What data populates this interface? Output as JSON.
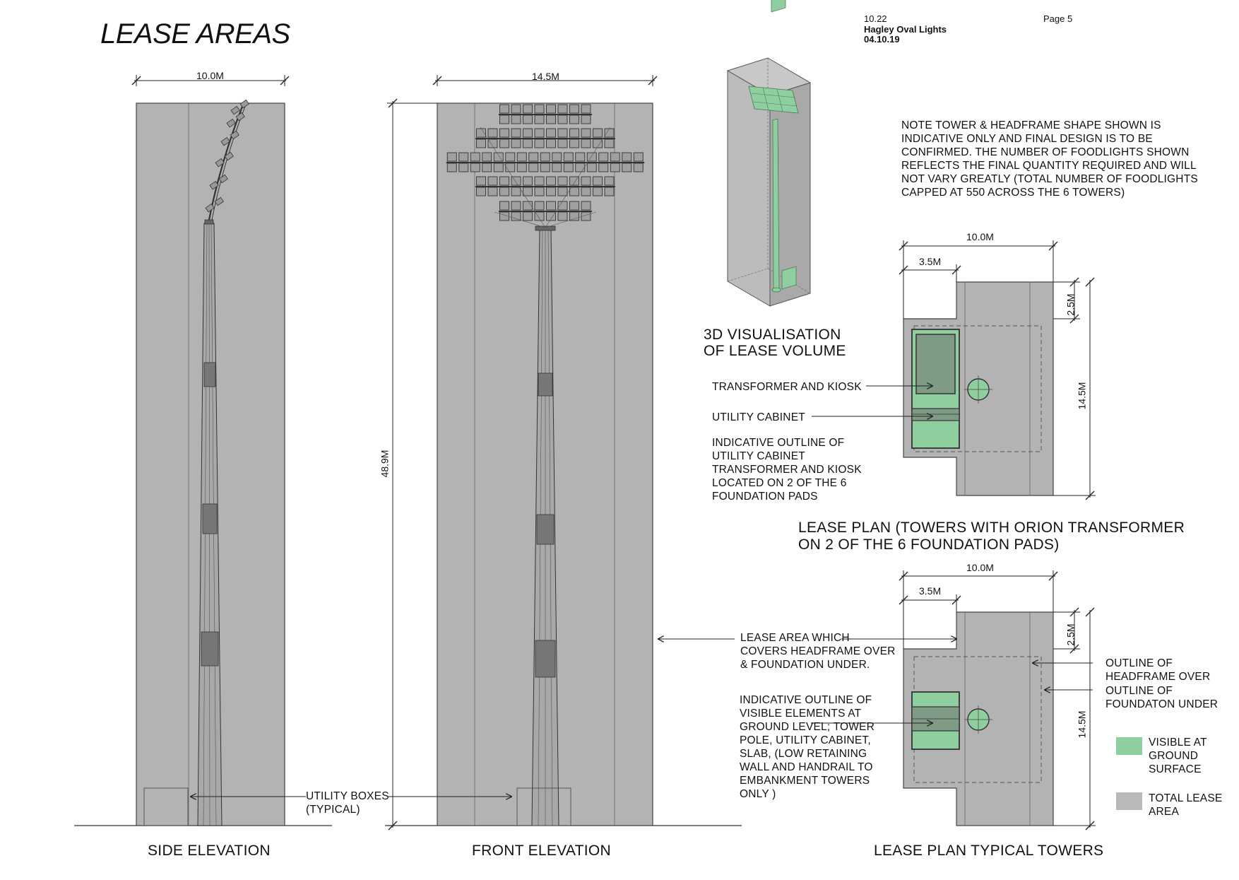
{
  "sheet": {
    "title": "LEASE AREAS",
    "ref": "10.22",
    "project": "Hagley Oval Lights",
    "date": "04.10.19",
    "page": "Page 5"
  },
  "side_elevation": {
    "caption": "SIDE ELEVATION",
    "width_dim": "10.0M"
  },
  "front_elevation": {
    "caption": "FRONT ELEVATION",
    "width_dim": "14.5M",
    "height_dim": "48.9M"
  },
  "utility_boxes_label": "UTILITY BOXES\n(TYPICAL)",
  "visualisation": {
    "caption": "3D VISUALISATION\nOF LEASE VOLUME"
  },
  "note": "NOTE TOWER & HEADFRAME SHAPE SHOWN IS\nINDICATIVE ONLY AND FINAL DESIGN IS TO BE\nCONFIRMED. THE NUMBER OF FOODLIGHTS SHOWN\nREFLECTS THE FINAL QUANTITY REQUIRED AND WILL\nNOT VARY GREATLY (TOTAL NUMBER OF FOODLIGHTS\nCAPPED AT 550 ACROSS THE 6 TOWERS)",
  "plan_orion": {
    "caption": "LEASE PLAN (TOWERS WITH ORION TRANSFORMER\nON 2 OF THE 6 FOUNDATION PADS)",
    "dim_width": "10.0M",
    "dim_offset": "3.5M",
    "dim_setback": "2.5M",
    "dim_depth": "14.5M",
    "label_transformer": "TRANSFORMER AND KIOSK",
    "label_cabinet": "UTILITY CABINET",
    "label_indicative": "INDICATIVE OUTLINE OF\nUTILITY CABINET\nTRANSFORMER AND KIOSK\nLOCATED ON 2 OF THE 6\nFOUNDATION PADS"
  },
  "plan_typical": {
    "caption": "LEASE PLAN TYPICAL TOWERS",
    "dim_width": "10.0M",
    "dim_offset": "3.5M",
    "dim_setback": "2.5M",
    "dim_depth": "14.5M",
    "label_lease_area": "LEASE AREA WHICH\nCOVERS HEADFRAME OVER\n& FOUNDATION UNDER.",
    "label_indicative": "INDICATIVE OUTLINE OF\nVISIBLE ELEMENTS AT\nGROUND LEVEL; TOWER\nPOLE, UTILITY CABINET,\nSLAB, (LOW RETAINING\nWALL AND HANDRAIL TO\nEMBANKMENT TOWERS\nONLY )",
    "label_headframe": "OUTLINE OF\nHEADFRAME OVER",
    "label_foundation": "OUTLINE OF\nFOUNDATON UNDER"
  },
  "legend": {
    "items": [
      {
        "label": "VISIBLE AT\nGROUND\nSURFACE",
        "color": "#8fcf9f"
      },
      {
        "label": "TOTAL LEASE\nAREA",
        "color": "#b9b9b9"
      }
    ]
  },
  "colors": {
    "lease_grey": "#b3b3b3",
    "visible_green": "#8fcf9f",
    "line": "#222222"
  }
}
